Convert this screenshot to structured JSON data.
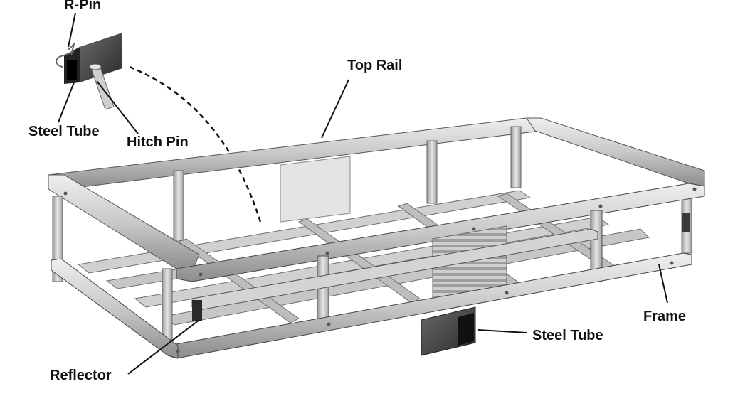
{
  "labels": {
    "r_pin": "R-Pin",
    "top_rail": "Top Rail",
    "steel_tube_top": "Steel Tube",
    "hitch_pin": "Hitch Pin",
    "frame": "Frame",
    "steel_tube_bottom": "Steel Tube",
    "reflector": "Reflector"
  },
  "colors": {
    "metal_light": "#d9d9d9",
    "metal_mid": "#b5b5b5",
    "metal_dark": "#7d7d7d",
    "metal_edge": "#4a4a4a",
    "tube_dark": "#3a3a3a",
    "line": "#111111"
  }
}
